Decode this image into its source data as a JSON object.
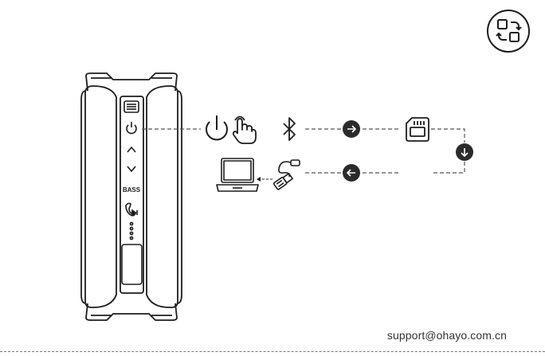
{
  "colors": {
    "ink": "#1d1d1d",
    "dashed_line": "#555555",
    "arrow_fill": "#2b2b2b"
  },
  "speaker": {
    "buttons": [
      {
        "icon": "power-icon"
      },
      {
        "icon": "chevron-up-icon"
      },
      {
        "icon": "chevron-down-icon"
      },
      {
        "label": "BASS"
      },
      {
        "icon": "phone-play-icon"
      },
      {
        "icon": "led-indicator-dots"
      }
    ]
  },
  "steps": {
    "power_icons": [
      "power-icon",
      "tap-hand-icon"
    ],
    "bluetooth_icon": "bluetooth-icon",
    "sd_card_icon": "sd-card-icon",
    "usb_cable_icon": "usb-cable-icon",
    "laptop_icon": "laptop-icon",
    "switch_mode_icon": "switch-mode-icon"
  },
  "footer": {
    "support_email": "support@ohayo.com.cn"
  }
}
